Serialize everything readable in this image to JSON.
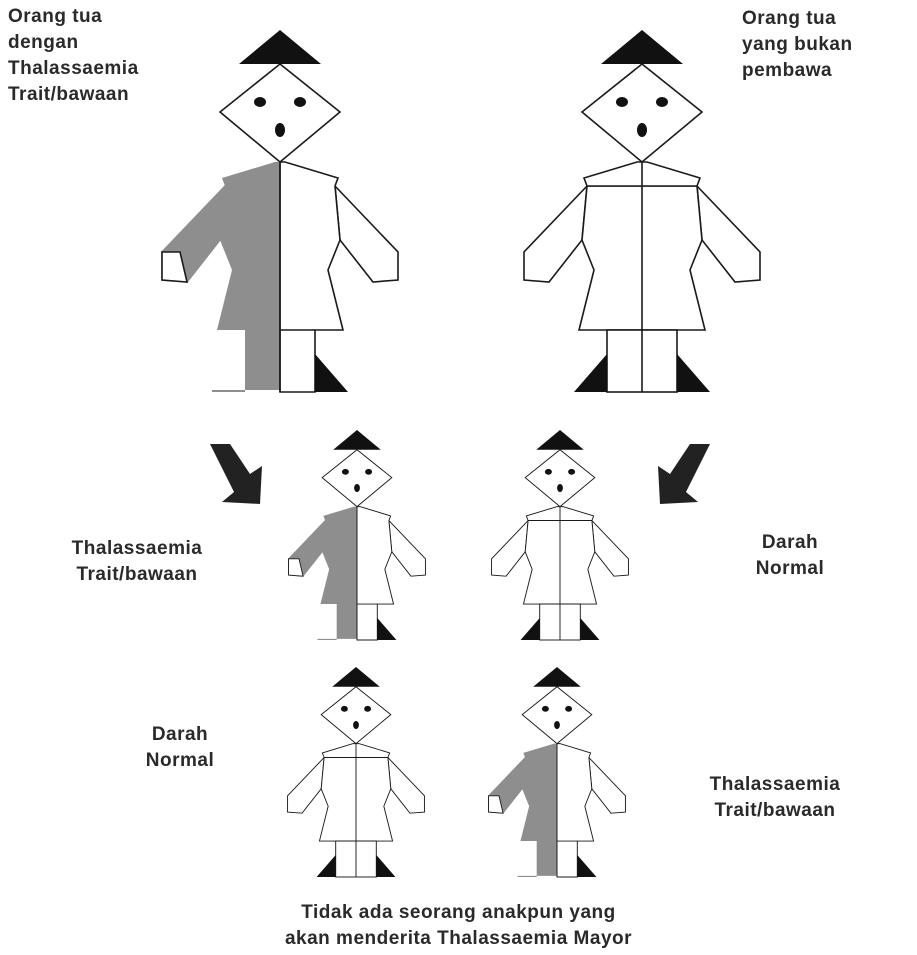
{
  "labels": {
    "parent_carrier": "Orang tua\ndengan\nThalassaemia\nTrait/bawaan",
    "parent_noncarrier": "Orang tua\nyang bukan\npembawa",
    "child_carrier_1": "Thalassaemia\nTrait/bawaan",
    "child_normal_1": "Darah\nNormal",
    "child_normal_2": "Darah\nNormal",
    "child_carrier_2": "Thalassaemia\nTrait/bawaan",
    "conclusion": "Tidak ada seorang anakpun yang\nakan menderita Thalassaemia Mayor"
  },
  "colors": {
    "carrier_fill": "#8e8e8e",
    "outline": "#1a1a1a",
    "hat": "#111111",
    "arrow": "#222222"
  },
  "figures": [
    {
      "name": "parent-carrier-figure",
      "carrier": true
    },
    {
      "name": "parent-noncarrier-figure",
      "carrier": false
    },
    {
      "name": "child-carrier-1-figure",
      "carrier": true
    },
    {
      "name": "child-normal-1-figure",
      "carrier": false
    },
    {
      "name": "child-normal-2-figure",
      "carrier": false
    },
    {
      "name": "child-carrier-2-figure",
      "carrier": true
    }
  ]
}
